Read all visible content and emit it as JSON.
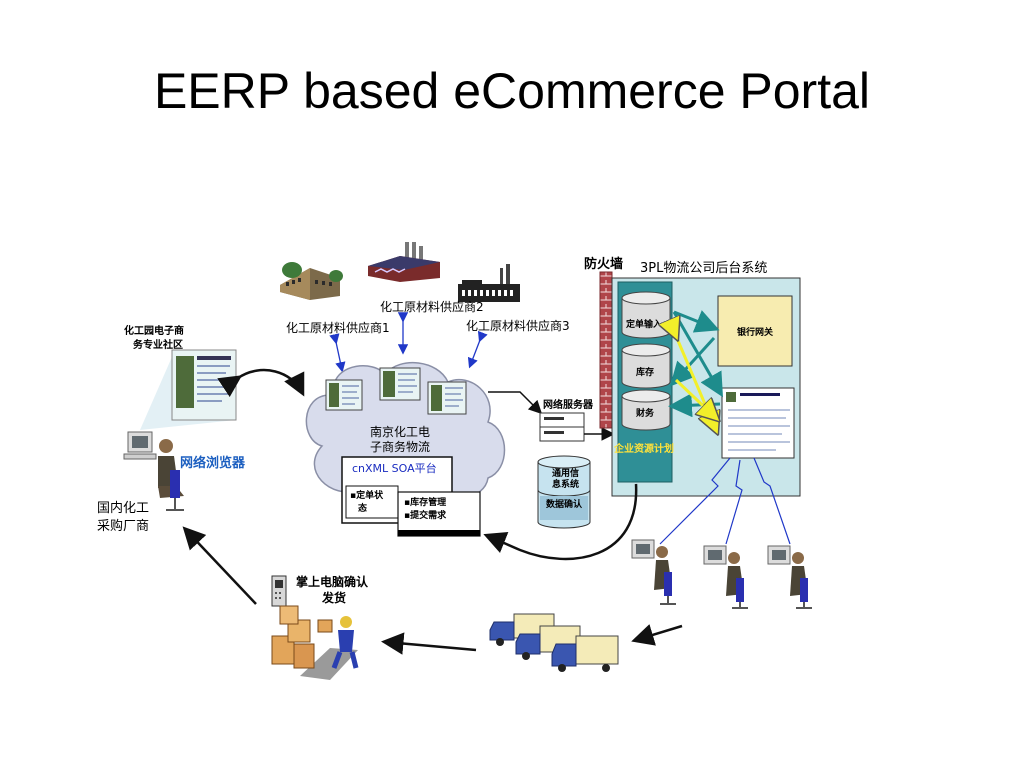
{
  "slide": {
    "title": "EERP based eCommerce Portal"
  },
  "diagram": {
    "supplier_2": "化工原材料供应商2",
    "supplier_1": "化工原材料供应商1",
    "supplier_3": "化工原材料供应商3",
    "community_line1": "化工园电子商",
    "community_line2": "务专业社区",
    "browser_label": "网络浏览器",
    "buyer_line1": "国内化工",
    "buyer_line2": "采购厂商",
    "cloud_line1": "南京化工电",
    "cloud_line2": "子商务物流",
    "platform_label": "cnXML  SOA平台",
    "card_left_line1": "▪定单状",
    "card_left_line2": "态",
    "card_right_line1": "▪库存管理",
    "card_right_line2": "▪提交需求",
    "web_server_label": "网络服务器",
    "db_top_line1": "通用信",
    "db_top_line2": "息系统",
    "db_bottom_label": "数据确认",
    "firewall_label": "防火墙",
    "backend_title": "3PL物流公司后台系统",
    "order_input": "定单输入",
    "inventory": "库存",
    "finance": "财务",
    "erp_label": "企业资源计划",
    "bank_gateway": "银行网关",
    "handheld_line1": "掌上电脑确认",
    "handheld_line2": "发货"
  },
  "icons": [
    "building-icon",
    "factory-icon",
    "computer-user-icon",
    "truck-icon",
    "warehouse-worker-icon",
    "handheld-device-icon",
    "web-page-icon",
    "server-icon",
    "database-icon"
  ],
  "colors": {
    "backend_bg": "#c9e6ea",
    "erp_column": "#2f8f96",
    "cylinder": "#dcdcdc",
    "bank_box": "#f7ecb0",
    "firewall": "#b0454a",
    "cloud": "#d8dcec",
    "truck": "#3a56b0",
    "browser_text": "#1c5fc0",
    "erp_text": "#ffe23a",
    "connector": "#1a1a1a",
    "yellow_arrow": "#f2ef2a",
    "teal_arrow": "#1e8c8c",
    "blue_line": "#2038c8"
  }
}
